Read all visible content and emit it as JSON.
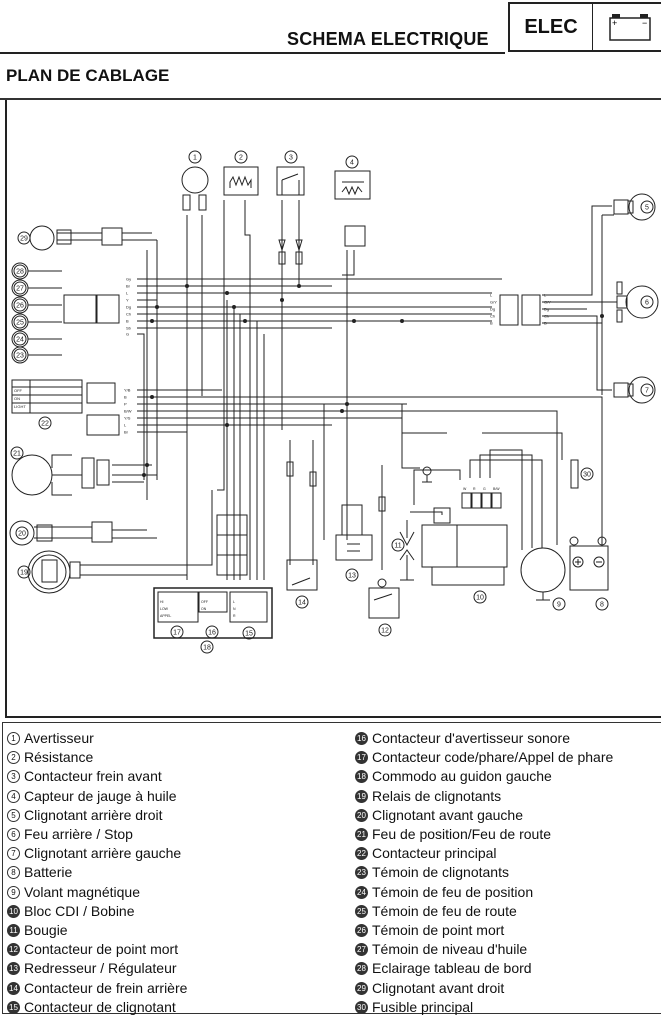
{
  "header": {
    "title": "SCHEMA ELECTRIQUE",
    "badge": "ELEC",
    "badge_icon": "battery-icon"
  },
  "section": {
    "title": "PLAN DE CABLAGE"
  },
  "diagram": {
    "components": [
      "1",
      "2",
      "3",
      "4",
      "5",
      "6",
      "7",
      "8",
      "9",
      "10",
      "11",
      "12",
      "13",
      "14",
      "15",
      "16",
      "17",
      "18",
      "19",
      "20",
      "21",
      "22",
      "23",
      "24",
      "25",
      "26",
      "27",
      "28",
      "29",
      "30"
    ],
    "upper_bus_labels": [
      "Gy",
      "Br",
      "L",
      "Y",
      "Dg",
      "Ch",
      "B",
      "Sb",
      "G"
    ],
    "lower_bus_labels": [
      "Y/B",
      "B",
      "P",
      "B/W",
      "Y/S",
      "L",
      "Br"
    ],
    "rear_labels": [
      "L",
      "G/Y",
      "Dg",
      "Ch",
      "B"
    ],
    "cdi_labels": [
      "W",
      "R",
      "G",
      "B/W"
    ],
    "switch22": {
      "rows": [
        "OFF",
        "ON",
        "LIGHT"
      ]
    },
    "switch17": {
      "rows": [
        "HI",
        "LOW",
        "APPEL"
      ]
    },
    "switch16": {
      "rows": [
        "OFF",
        "ON"
      ]
    },
    "switch15": {
      "rows": [
        "L",
        "N",
        "R"
      ]
    }
  },
  "legend": {
    "left": [
      {
        "n": "1",
        "label": "Avertisseur"
      },
      {
        "n": "2",
        "label": "Résistance"
      },
      {
        "n": "3",
        "label": "Contacteur frein avant"
      },
      {
        "n": "4",
        "label": "Capteur de jauge à huile"
      },
      {
        "n": "5",
        "label": "Clignotant arrière droit"
      },
      {
        "n": "6",
        "label": "Feu arrière / Stop"
      },
      {
        "n": "7",
        "label": "Clignotant arrière gauche"
      },
      {
        "n": "8",
        "label": "Batterie"
      },
      {
        "n": "9",
        "label": "Volant magnétique"
      },
      {
        "n": "10",
        "label": "Bloc CDI / Bobine"
      },
      {
        "n": "11",
        "label": "Bougie"
      },
      {
        "n": "12",
        "label": "Contacteur de point mort"
      },
      {
        "n": "13",
        "label": "Redresseur / Régulateur"
      },
      {
        "n": "14",
        "label": "Contacteur de frein arrière"
      },
      {
        "n": "15",
        "label": "Contacteur de clignotant"
      }
    ],
    "right": [
      {
        "n": "16",
        "label": "Contacteur d'avertisseur sonore"
      },
      {
        "n": "17",
        "label": "Contacteur code/phare/Appel de phare"
      },
      {
        "n": "18",
        "label": "Commodo au guidon gauche"
      },
      {
        "n": "19",
        "label": "Relais de clignotants"
      },
      {
        "n": "20",
        "label": "Clignotant avant gauche"
      },
      {
        "n": "21",
        "label": "Feu de position/Feu de route"
      },
      {
        "n": "22",
        "label": "Contacteur principal"
      },
      {
        "n": "23",
        "label": "Témoin de clignotants"
      },
      {
        "n": "24",
        "label": "Témoin de feu de position"
      },
      {
        "n": "25",
        "label": "Témoin de feu de route"
      },
      {
        "n": "26",
        "label": "Témoin de point mort"
      },
      {
        "n": "27",
        "label": "Témoin de niveau d'huile"
      },
      {
        "n": "28",
        "label": "Eclairage tableau de bord"
      },
      {
        "n": "29",
        "label": "Clignotant avant droit"
      },
      {
        "n": "30",
        "label": "Fusible principal"
      }
    ]
  }
}
